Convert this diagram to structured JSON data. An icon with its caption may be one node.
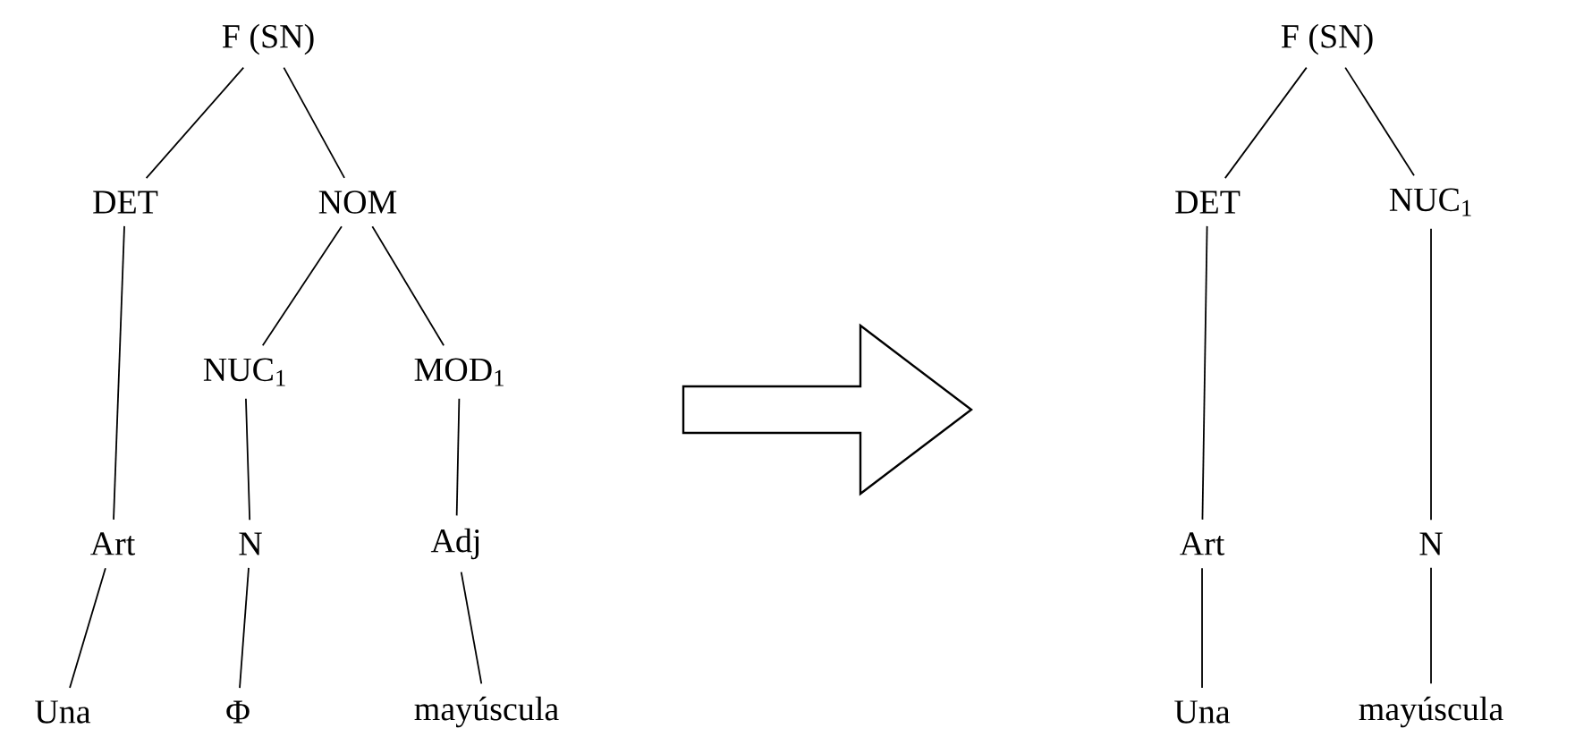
{
  "diagram": {
    "nodes": [
      {
        "text": [
          "F (SN)"
        ]
      },
      {
        "text": [
          "DET"
        ]
      },
      {
        "text": [
          "NOM"
        ]
      },
      {
        "text": [
          "NUC$_{1}$"
        ]
      },
      {
        "text": [
          "MOD$_{1}$"
        ]
      },
      {
        "text": [
          "Art"
        ]
      },
      {
        "text": [
          "N"
        ]
      },
      {
        "text": [
          "Adj"
        ]
      },
      {
        "text": [
          "Una"
        ]
      },
      {
        "text": [
          "Φ"
        ]
      },
      {
        "text": [
          "mayúscula"
        ]
      },
      {
        "text": [
          "F (SN)"
        ]
      },
      {
        "text": [
          "DET"
        ]
      },
      {
        "text": [
          "NUC$_{1}$"
        ]
      },
      {
        "text": [
          "Art"
        ]
      },
      {
        "text": [
          "N"
        ]
      },
      {
        "text": [
          "Una"
        ]
      },
      {
        "text": [
          "mayúscula"
        ]
      }
    ],
    "edges": [
      {
        "from": 0,
        "to": 1,
        "arrow": "none"
      },
      {
        "from": 0,
        "to": 2,
        "arrow": "none"
      },
      {
        "from": 1,
        "to": 5,
        "arrow": "none"
      },
      {
        "from": 2,
        "to": 3,
        "arrow": "none"
      },
      {
        "from": 2,
        "to": 4,
        "arrow": "none"
      },
      {
        "from": 3,
        "to": 6,
        "arrow": "none"
      },
      {
        "from": 4,
        "to": 7,
        "arrow": "none"
      },
      {
        "from": 5,
        "to": 8,
        "arrow": "none"
      },
      {
        "from": 6,
        "to": 9,
        "arrow": "none"
      },
      {
        "from": 7,
        "to": 10,
        "arrow": "none"
      },
      {
        "from": 11,
        "to": 12,
        "arrow": "none"
      },
      {
        "from": 11,
        "to": 13,
        "arrow": "none"
      },
      {
        "from": 12,
        "to": 14,
        "arrow": "none"
      },
      {
        "from": 13,
        "to": 15,
        "arrow": "none"
      },
      {
        "from": 14,
        "to": 16,
        "arrow": "none"
      },
      {
        "from": 15,
        "to": 17,
        "arrow": "none"
      }
    ]
  }
}
